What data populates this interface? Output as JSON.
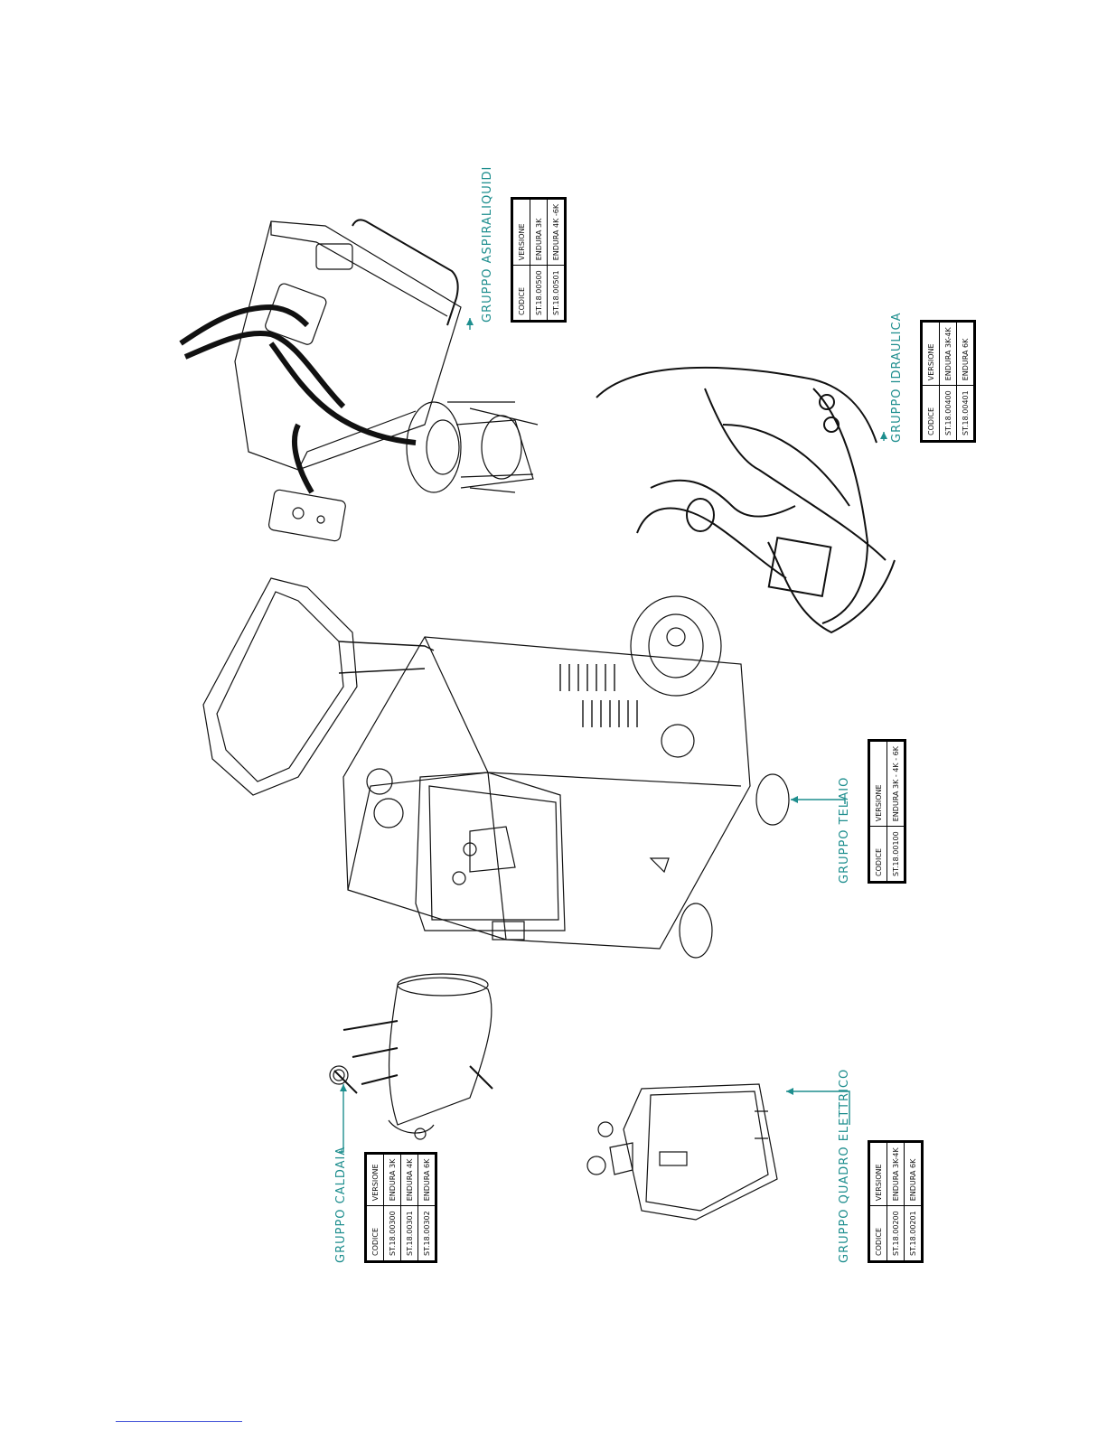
{
  "groups": {
    "aspiraliquidi": {
      "title": "GRUPPO ASPIRALIQUIDI",
      "headers": [
        "CODICE",
        "VERSIONE"
      ],
      "rows": [
        [
          "ST.18.00500",
          "ENDURA 3K"
        ],
        [
          "ST.18.00501",
          "ENDURA 4K -6K"
        ]
      ]
    },
    "idraulica": {
      "title": "GRUPPO IDRAULICA",
      "headers": [
        "CODICE",
        "VERSIONE"
      ],
      "rows": [
        [
          "ST.18.00400",
          "ENDURA 3K-4K"
        ],
        [
          "ST.18.00401",
          "ENDURA 6K"
        ]
      ]
    },
    "telaio": {
      "title": "GRUPPO TELAIO",
      "headers": [
        "CODICE",
        "VERSIONE"
      ],
      "rows": [
        [
          "ST.18.00100",
          "ENDURA 3K - 4K - 6K"
        ]
      ]
    },
    "caldaia": {
      "title": "GRUPPO CALDAIA",
      "headers": [
        "CODICE",
        "VERSIONE"
      ],
      "rows": [
        [
          "ST.18.00300",
          "ENDURA 3K"
        ],
        [
          "ST.18.00301",
          "ENDURA 4K"
        ],
        [
          "ST.18.00302",
          "ENDURA 6K"
        ]
      ]
    },
    "quadro": {
      "title": "GRUPPO QUADRO ELETTRICO",
      "headers": [
        "CODICE",
        "VERSIONE"
      ],
      "rows": [
        [
          "ST.18.00200",
          "ENDURA 3K-4K"
        ],
        [
          "ST.18.00201",
          "ENDURA 6K"
        ]
      ]
    }
  },
  "colors": {
    "leader": "#1e8e8e",
    "line": "#111111"
  }
}
